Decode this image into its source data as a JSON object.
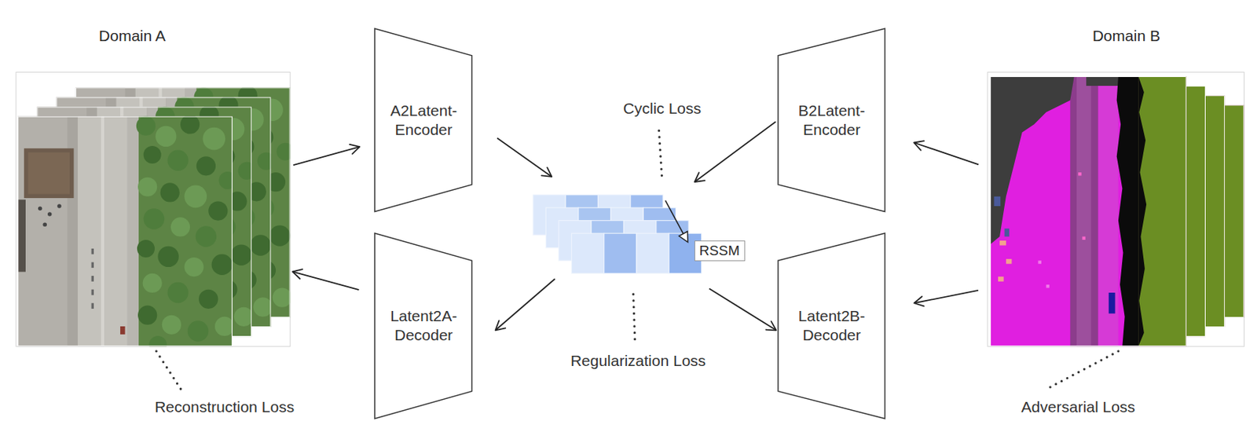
{
  "diagram": {
    "nodes": [
      {
        "text": [
          "Domain A"
        ]
      },
      {
        "text": [
          "A2Latent- Encoder"
        ]
      },
      {
        "text": [
          "Latent2A- Decoder"
        ]
      },
      {
        "text": [
          "RSSM"
        ]
      },
      {
        "text": [
          "B2Latent- Encoder"
        ]
      },
      {
        "text": [
          "Latent2B- Decoder"
        ]
      },
      {
        "text": [
          "Domain B"
        ]
      }
    ],
    "edges": [
      {
        "from": 0,
        "to": 1,
        "arrow": "to"
      },
      {
        "from": 1,
        "to": 3,
        "arrow": "to"
      },
      {
        "from": 4,
        "to": 3,
        "arrow": "to"
      },
      {
        "from": 6,
        "to": 4,
        "arrow": "to"
      },
      {
        "from": 3,
        "to": 2,
        "arrow": "to"
      },
      {
        "from": 2,
        "to": 0,
        "arrow": "to"
      },
      {
        "from": 3,
        "to": 5,
        "arrow": "to"
      },
      {
        "from": 6,
        "to": 5,
        "arrow": "to"
      }
    ],
    "labels": [
      "Cyclic Loss",
      "Regularization Loss",
      "Reconstruction Loss",
      "Adversarial Loss"
    ]
  }
}
